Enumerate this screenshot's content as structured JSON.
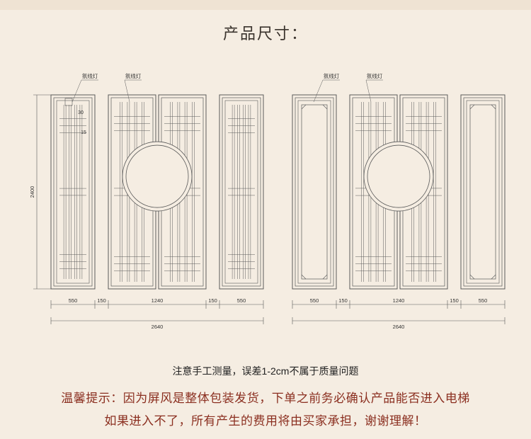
{
  "title": "产品尺寸：",
  "labels": {
    "light_label": "氛线灯",
    "height": "2400",
    "small_dim_a": "30",
    "small_dim_b": "15"
  },
  "dimensions": {
    "widths": [
      "550",
      "150",
      "1240",
      "150",
      "550"
    ],
    "total": "2640"
  },
  "notes": {
    "measure": "注意手工测量，误差1-2cm不属于质量问题",
    "tip": "温馨提示：因为屏风是整体包装发货，下单之前务必确认产品能否进入电梯",
    "responsibility": "如果进入不了，所有产生的费用将由买家承担，谢谢理解！"
  },
  "colors": {
    "background": "#f5ede2",
    "line": "#555555",
    "accent": "#8b2f20"
  }
}
